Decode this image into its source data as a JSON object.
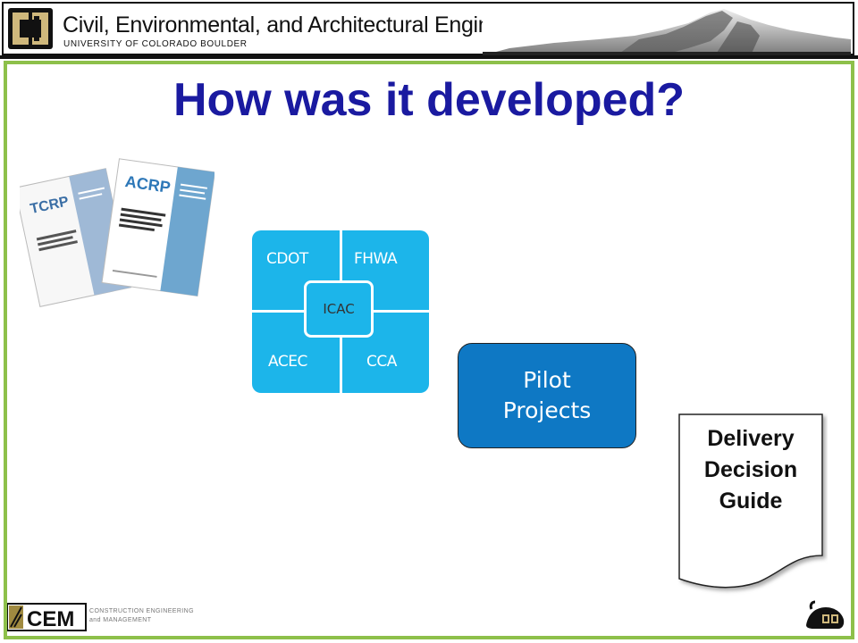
{
  "header": {
    "department": "Civil, Environmental, and Architectural Engineering",
    "university": "UNIVERSITY OF COLORADO BOULDER"
  },
  "slide": {
    "title": "How was it developed?"
  },
  "covers": {
    "left_label": "TCRP",
    "right_label": "ACRP"
  },
  "quadrant": {
    "top_left": "CDOT",
    "top_right": "FHWA",
    "bottom_left": "ACEC",
    "bottom_right": "CCA",
    "center": "ICAC",
    "color": "#1cb5ea"
  },
  "pilot": {
    "line1": "Pilot",
    "line2": "Projects",
    "color": "#0e78c4"
  },
  "guide_document": {
    "line1": "Delivery",
    "line2": "Decision",
    "line3": "Guide"
  },
  "footer": {
    "logo_text": "CEM",
    "sub_line1": "CONSTRUCTION ENGINEERING",
    "sub_line2": "and MANAGEMENT"
  },
  "colors": {
    "title": "#1a1aa0",
    "border": "#8dc04a"
  }
}
